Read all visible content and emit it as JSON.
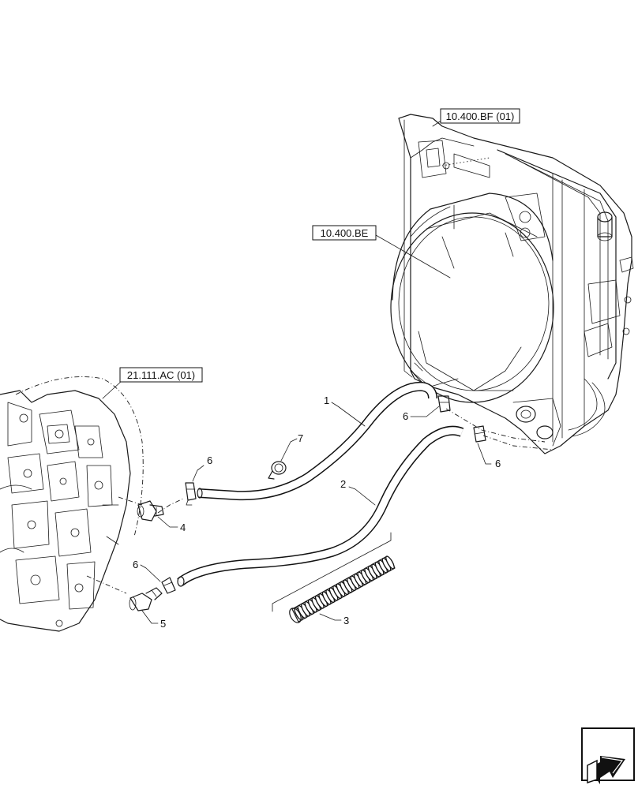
{
  "references": {
    "radiator_frame": "10.400.BF (01)",
    "fan_shroud": "10.400.BE",
    "transmission": "21.111.AC (01)"
  },
  "callouts": {
    "c1": "1",
    "c2": "2",
    "c3": "3",
    "c4": "4",
    "c5": "5",
    "c6a": "6",
    "c6b": "6",
    "c6c": "6",
    "c6d": "6",
    "c7": "7"
  },
  "icons": {
    "navigation": "next-page-arrow-icon"
  }
}
